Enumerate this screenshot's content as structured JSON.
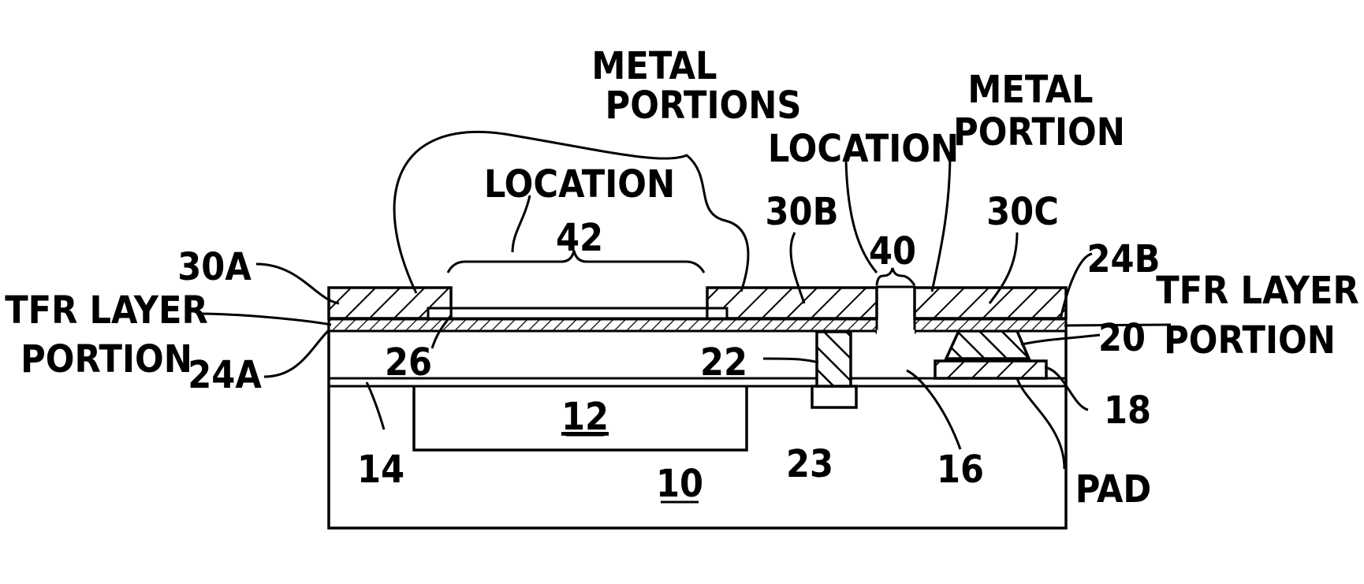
{
  "labels": {
    "metal_portions": [
      "METAL",
      "PORTIONS"
    ],
    "location_42": "LOCATION",
    "num_42": "42",
    "metal_portion": [
      "METAL",
      "PORTION"
    ],
    "location_40": "LOCATION",
    "num_40": "40",
    "l30a": "30A",
    "l30b": "30B",
    "l30c": "30C",
    "l24b": "24B",
    "tfr_left": [
      "TFR LAYER",
      "PORTION"
    ],
    "tfr_right": [
      "TFR LAYER",
      "PORTION"
    ],
    "l24a": "24A",
    "l26": "26",
    "l22": "22",
    "l20": "20",
    "l18": "18",
    "l12": "12",
    "l14": "14",
    "l23": "23",
    "l16": "16",
    "l10": "10",
    "pad": "PAD"
  }
}
